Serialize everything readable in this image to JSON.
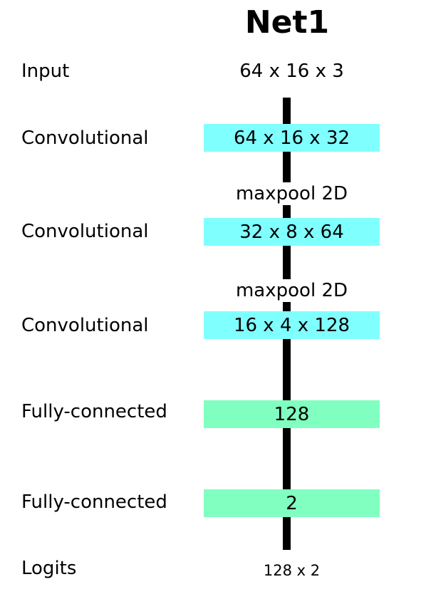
{
  "title": "Net1",
  "colors": {
    "conv_box": "#80ffff",
    "fc_box": "#80ffc0",
    "spine": "#000000"
  },
  "layers": [
    {
      "label": "Input",
      "shape": "64 x 16 x 3"
    },
    {
      "label": "Convolutional",
      "shape": "64 x 16 x 32"
    },
    {
      "label": "Convolutional",
      "shape": "32 x 8 x 64"
    },
    {
      "label": "Convolutional",
      "shape": "16 x 4 x 128"
    },
    {
      "label": "Fully-connected",
      "shape": "128"
    },
    {
      "label": "Fully-connected",
      "shape": "2"
    },
    {
      "label": "Logits",
      "shape": "128 x 2"
    }
  ],
  "pool_ops": [
    {
      "label": "maxpool 2D"
    },
    {
      "label": "maxpool 2D"
    }
  ]
}
